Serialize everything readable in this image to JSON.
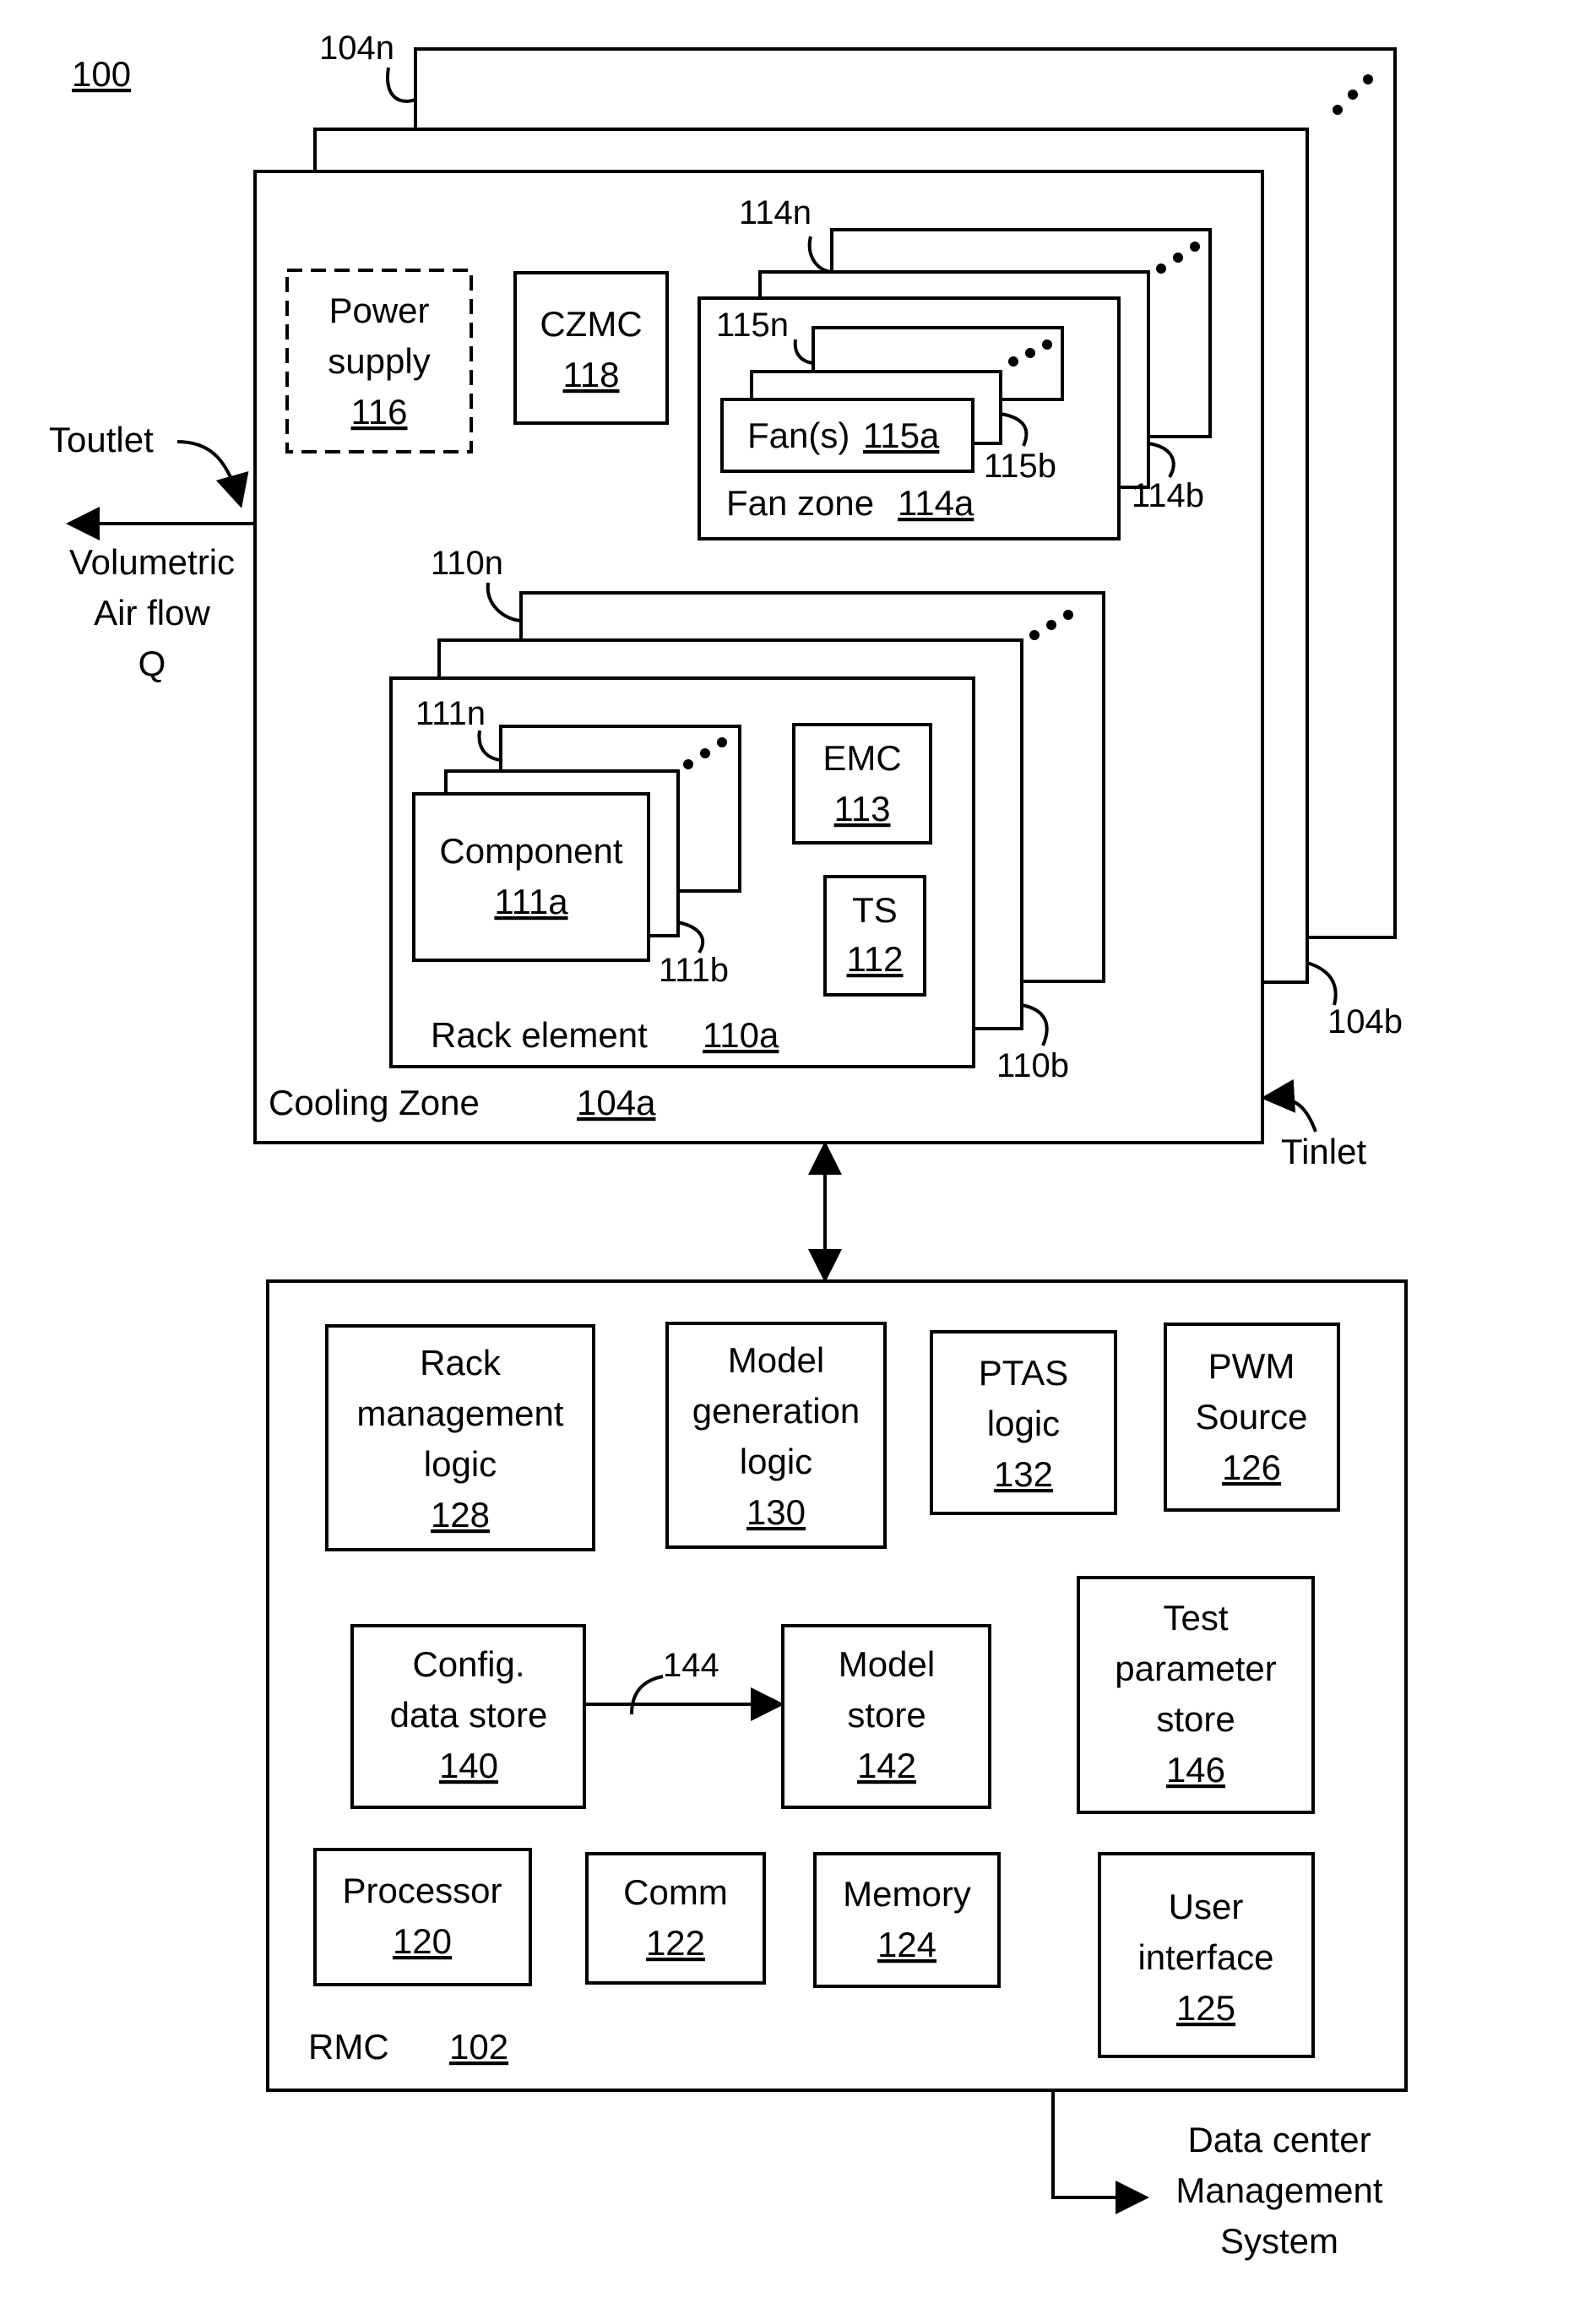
{
  "figure_number": "100",
  "cooling_zone": {
    "label": "Cooling Zone",
    "ref": "104a",
    "ref_b": "104b",
    "ref_n": "104n",
    "toutlet": "Toutlet",
    "tinlet": "Tinlet",
    "airflow": [
      "Volumetric",
      "Air flow",
      "Q"
    ]
  },
  "power_supply": {
    "lines": [
      "Power",
      "supply"
    ],
    "ref": "116"
  },
  "czmc": {
    "label": "CZMC",
    "ref": "118"
  },
  "fan_zone": {
    "label": "Fan zone",
    "ref": "114a",
    "ref_b": "114b",
    "ref_n": "114n",
    "fan_label": "Fan(s)",
    "fan_ref": "115a",
    "fan_ref_b": "115b",
    "fan_ref_n": "115n"
  },
  "rack_element": {
    "label": "Rack element",
    "ref": "110a",
    "ref_b": "110b",
    "ref_n": "110n",
    "component_label": "Component",
    "component_ref": "111a",
    "component_ref_b": "111b",
    "component_ref_n": "111n",
    "emc_label": "EMC",
    "emc_ref": "113",
    "ts_label": "TS",
    "ts_ref": "112"
  },
  "rmc": {
    "label": "RMC",
    "ref": "102",
    "rack_mgmt": {
      "lines": [
        "Rack",
        "management",
        "logic"
      ],
      "ref": "128"
    },
    "model_gen": {
      "lines": [
        "Model",
        "generation",
        "logic"
      ],
      "ref": "130"
    },
    "ptas": {
      "lines": [
        "PTAS",
        "logic"
      ],
      "ref": "132"
    },
    "pwm": {
      "lines": [
        "PWM",
        "Source"
      ],
      "ref": "126"
    },
    "config_store": {
      "lines": [
        "Config.",
        "data store"
      ],
      "ref": "140"
    },
    "arrow_ref": "144",
    "model_store": {
      "lines": [
        "Model",
        "store"
      ],
      "ref": "142"
    },
    "test_param": {
      "lines": [
        "Test",
        "parameter",
        "store"
      ],
      "ref": "146"
    },
    "processor": {
      "lines": [
        "Processor"
      ],
      "ref": "120"
    },
    "comm": {
      "lines": [
        "Comm"
      ],
      "ref": "122"
    },
    "memory": {
      "lines": [
        "Memory"
      ],
      "ref": "124"
    },
    "user_interface": {
      "lines": [
        "User",
        "interface"
      ],
      "ref": "125"
    }
  },
  "dcms": {
    "lines": [
      "Data center",
      "Management",
      "System"
    ]
  }
}
